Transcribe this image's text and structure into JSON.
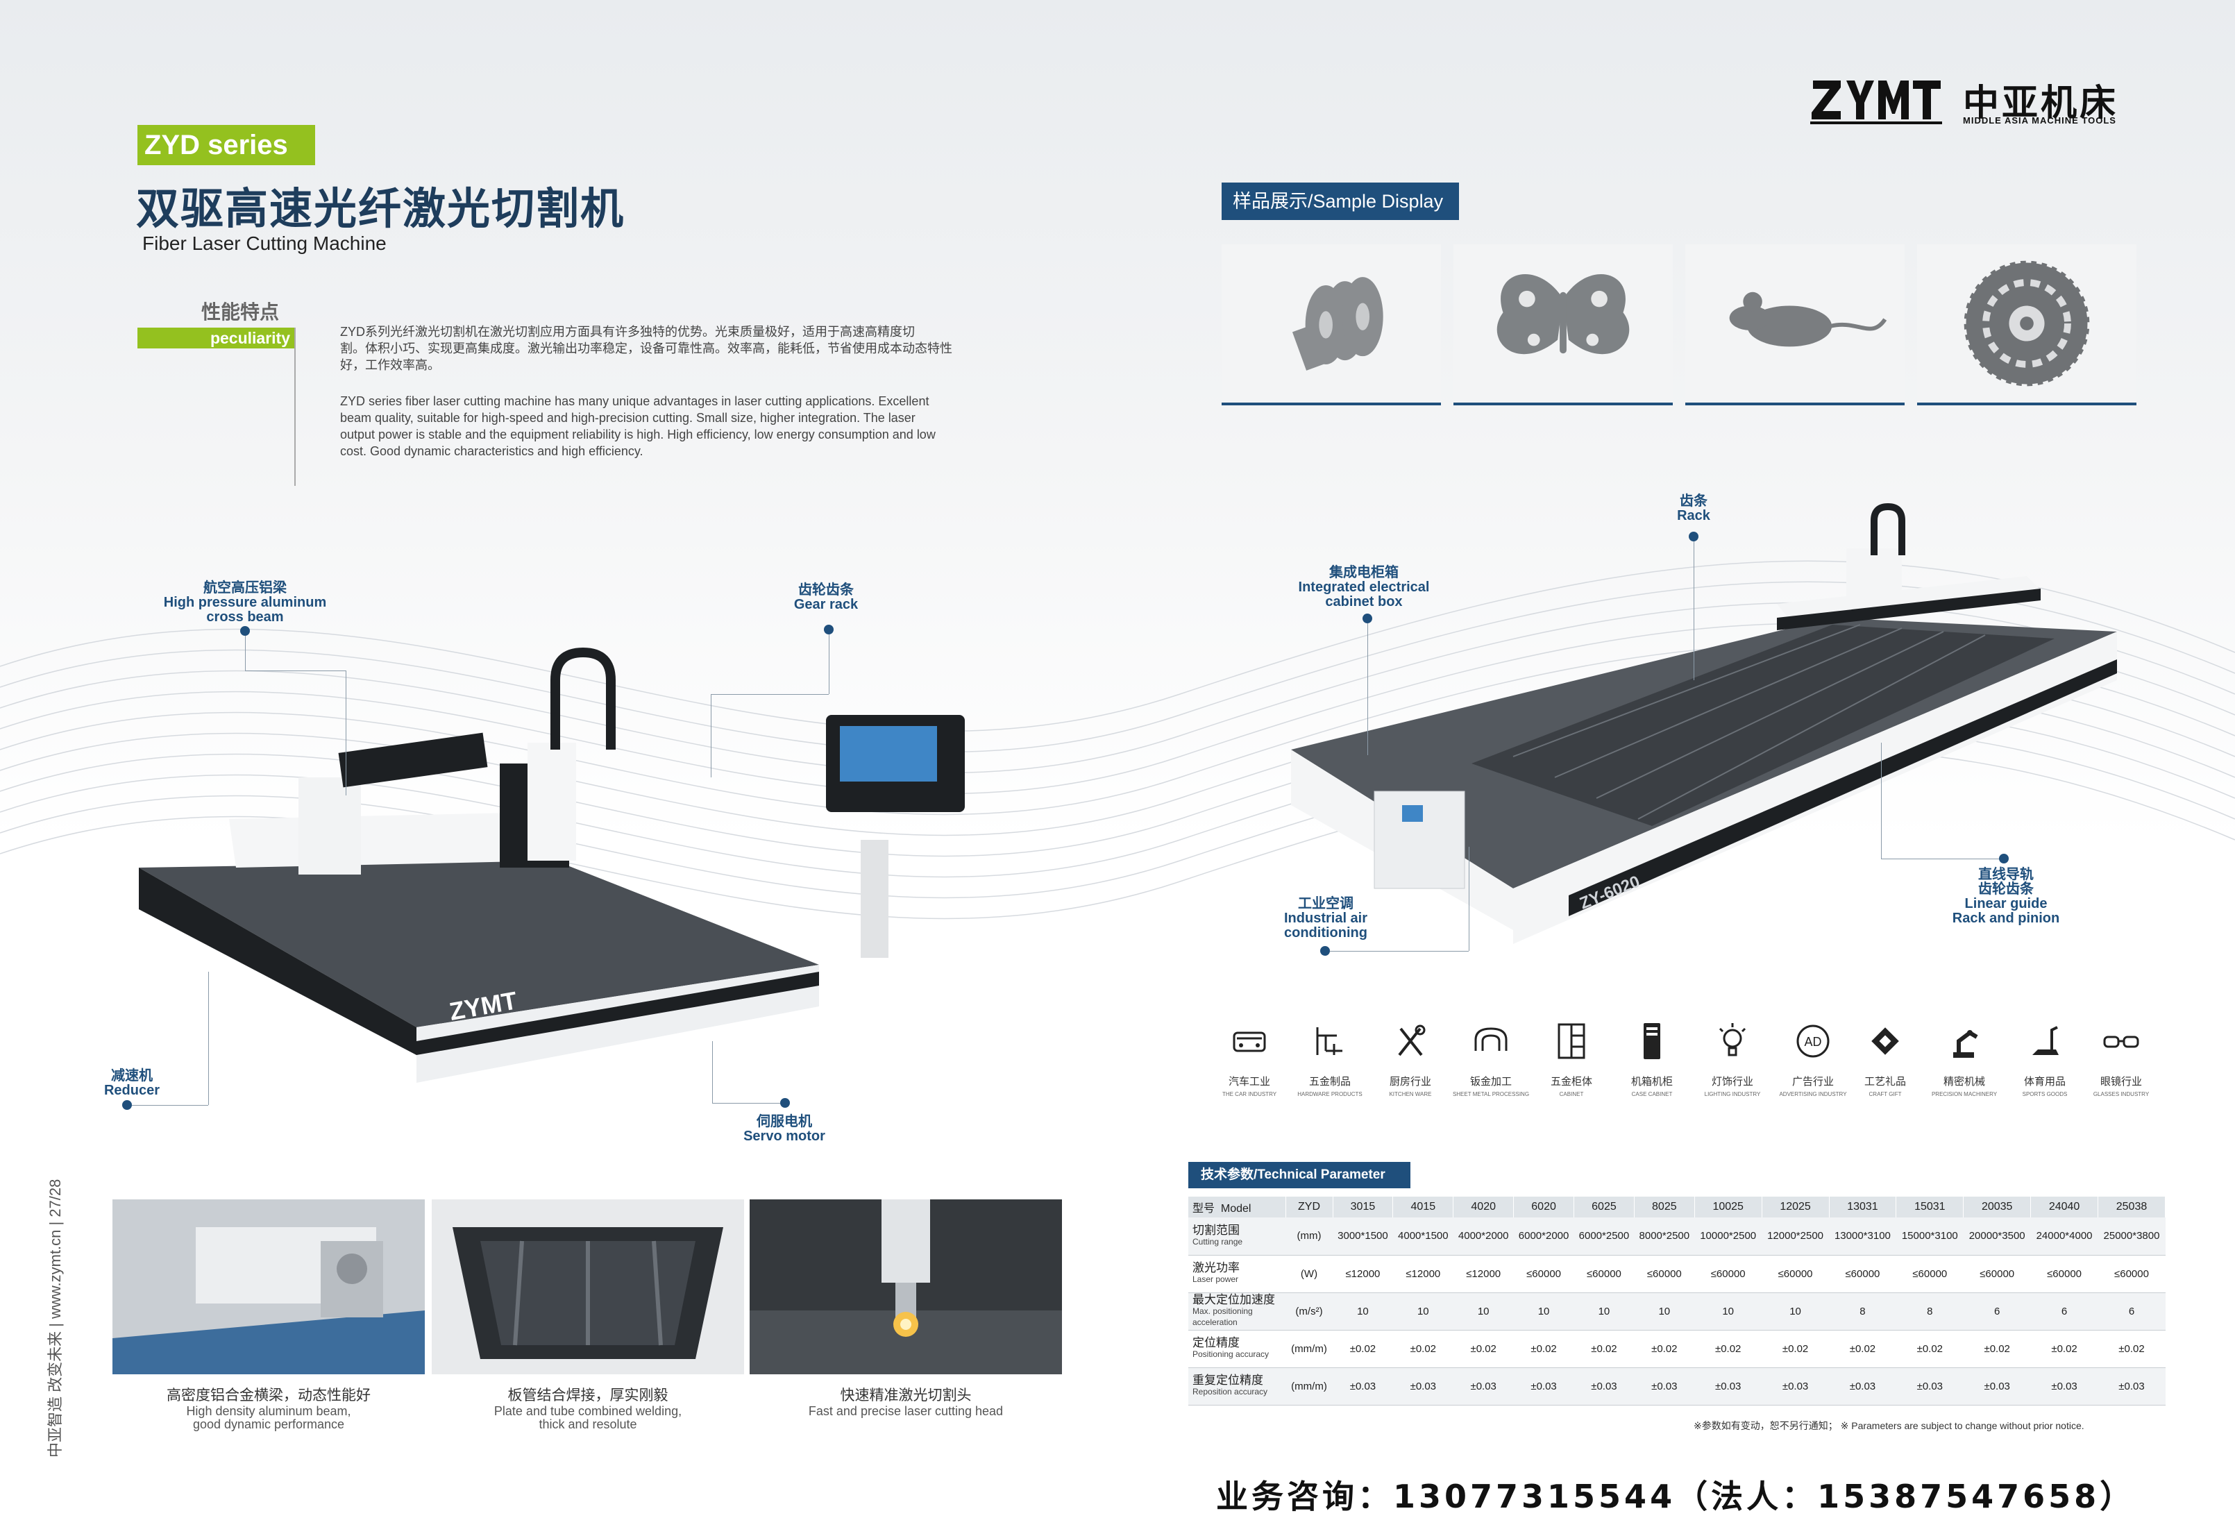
{
  "header": {
    "series": "ZYD series",
    "title_cn": "双驱高速光纤激光切割机",
    "title_en": "Fiber Laser Cutting Machine",
    "feature_cn": "性能特点",
    "feature_en": "peculiarity",
    "desc_cn_1": "ZYD系列光纤激光切割机在激光切割应用方面具有许多独特的优势。光束质量极好，适用于高速高精度切",
    "desc_cn_2": "割。体积小巧、实现更高集成度。激光输出功率稳定，设备可靠性高。效率高，能耗低，节省使用成本动态特性",
    "desc_cn_3": "好，工作效率高。",
    "desc_en_1": "ZYD series fiber laser cutting machine has many unique advantages in laser cutting applications. Excellent",
    "desc_en_2": "beam quality, suitable for high-speed and high-precision cutting. Small size, higher integration. The laser",
    "desc_en_3": "output power is stable and the equipment reliability is high. High efficiency, low energy consumption and low",
    "desc_en_4": "cost. Good dynamic characteristics and high efficiency."
  },
  "logo": {
    "mark": "ZYMT",
    "cn": "中亚机床",
    "en": "MIDDLE ASIA MACHINE TOOLS"
  },
  "samples": {
    "title": "样品展示/Sample Display"
  },
  "callouts": {
    "beam_cn": "航空高压铝梁",
    "beam_en1": "High pressure aluminum",
    "beam_en2": "cross beam",
    "gear_cn": "齿轮齿条",
    "gear_en": "Gear rack",
    "reducer_cn": "减速机",
    "reducer_en": "Reducer",
    "servo_cn": "伺服电机",
    "servo_en": "Servo motor",
    "rack_cn": "齿条",
    "rack_en": "Rack",
    "cabinet_cn": "集成电柜箱",
    "cabinet_en1": "Integrated electrical",
    "cabinet_en2": "cabinet box",
    "air_cn": "工业空调",
    "air_en1": "Industrial air",
    "air_en2": "conditioning",
    "guide_cn1": "直线导轨",
    "guide_cn2": "齿轮齿条",
    "guide_en1": "Linear guide",
    "guide_en2": "Rack and pinion",
    "machine_brand": "ZYMT",
    "machine2_label": "ZY-6020"
  },
  "industries": [
    {
      "cn": "汽车工业",
      "en": "THE CAR INDUSTRY",
      "icon": "car-icon"
    },
    {
      "cn": "五金制品",
      "en": "HARDWARE PRODUCTS",
      "icon": "hardware-icon"
    },
    {
      "cn": "厨房行业",
      "en": "KITCHEN WARE",
      "icon": "kitchen-icon"
    },
    {
      "cn": "钣金加工",
      "en": "SHEET METAL PROCESSING",
      "icon": "sheet-metal-icon"
    },
    {
      "cn": "五金柜体",
      "en": "CABINET",
      "icon": "cabinet-icon"
    },
    {
      "cn": "机箱机柜",
      "en": "CASE CABINET",
      "icon": "case-cabinet-icon"
    },
    {
      "cn": "灯饰行业",
      "en": "LIGHTING INDUSTRY",
      "icon": "lighting-icon"
    },
    {
      "cn": "广告行业",
      "en": "ADVERTISING INDUSTRY",
      "icon": "advertising-icon"
    },
    {
      "cn": "工艺礼品",
      "en": "CRAFT GIFT",
      "icon": "craft-gift-icon"
    },
    {
      "cn": "精密机械",
      "en": "PRECISION MACHINERY",
      "icon": "precision-machinery-icon"
    },
    {
      "cn": "体育用品",
      "en": "SPORTS GOODS",
      "icon": "sports-goods-icon"
    },
    {
      "cn": "眼镜行业",
      "en": "GLASSES INDUSTRY",
      "icon": "glasses-icon"
    }
  ],
  "ad_text": "AD",
  "photos": [
    {
      "cn": "高密度铝合金横梁，动态性能好",
      "en1": "High density aluminum beam,",
      "en2": "good dynamic performance"
    },
    {
      "cn": "板管结合焊接，厚实刚毅",
      "en1": "Plate and tube combined welding,",
      "en2": "thick and resolute"
    },
    {
      "cn": "快速精准激光切割头",
      "en1": "Fast and precise laser cutting head",
      "en2": ""
    }
  ],
  "side": {
    "text": "中亚智造 改变未来  |  www.zymt.cn  |  27/28"
  },
  "params": {
    "title": "技术参数/Technical Parameter",
    "model_cn": "型号",
    "model_en": "Model",
    "model_unit": "ZYD",
    "models": [
      "3015",
      "4015",
      "4020",
      "6020",
      "6025",
      "8025",
      "10025",
      "12025",
      "13031",
      "15031",
      "20035",
      "24040",
      "25038"
    ],
    "rows": [
      {
        "cn": "切割范围",
        "en": "Cutting range",
        "unit": "(mm)",
        "values": [
          "3000*1500",
          "4000*1500",
          "4000*2000",
          "6000*2000",
          "6000*2500",
          "8000*2500",
          "10000*2500",
          "12000*2500",
          "13000*3100",
          "15000*3100",
          "20000*3500",
          "24000*4000",
          "25000*3800"
        ]
      },
      {
        "cn": "激光功率",
        "en": "Laser power",
        "unit": "(W)",
        "values": [
          "≤12000",
          "≤12000",
          "≤12000",
          "≤60000",
          "≤60000",
          "≤60000",
          "≤60000",
          "≤60000",
          "≤60000",
          "≤60000",
          "≤60000",
          "≤60000",
          "≤60000"
        ]
      },
      {
        "cn": "最大定位加速度",
        "en": "Max. positioning acceleration",
        "unit": "(m/s²)",
        "values": [
          "10",
          "10",
          "10",
          "10",
          "10",
          "10",
          "10",
          "10",
          "8",
          "8",
          "6",
          "6",
          "6"
        ]
      },
      {
        "cn": "定位精度",
        "en": "Positioning accuracy",
        "unit": "(mm/m)",
        "values": [
          "±0.02",
          "±0.02",
          "±0.02",
          "±0.02",
          "±0.02",
          "±0.02",
          "±0.02",
          "±0.02",
          "±0.02",
          "±0.02",
          "±0.02",
          "±0.02",
          "±0.02"
        ]
      },
      {
        "cn": "重复定位精度",
        "en": "Reposition accuracy",
        "unit": "(mm/m)",
        "values": [
          "±0.03",
          "±0.03",
          "±0.03",
          "±0.03",
          "±0.03",
          "±0.03",
          "±0.03",
          "±0.03",
          "±0.03",
          "±0.03",
          "±0.03",
          "±0.03",
          "±0.03"
        ]
      }
    ],
    "note": "※参数如有变动，恕不另行通知；  ※ Parameters are subject to change without prior notice."
  },
  "contact": "业务咨询：13077315544（法人：15387547658）",
  "colors": {
    "accent_green": "#94c11f",
    "navy": "#1f4f7c",
    "title": "#1e3d5c"
  }
}
